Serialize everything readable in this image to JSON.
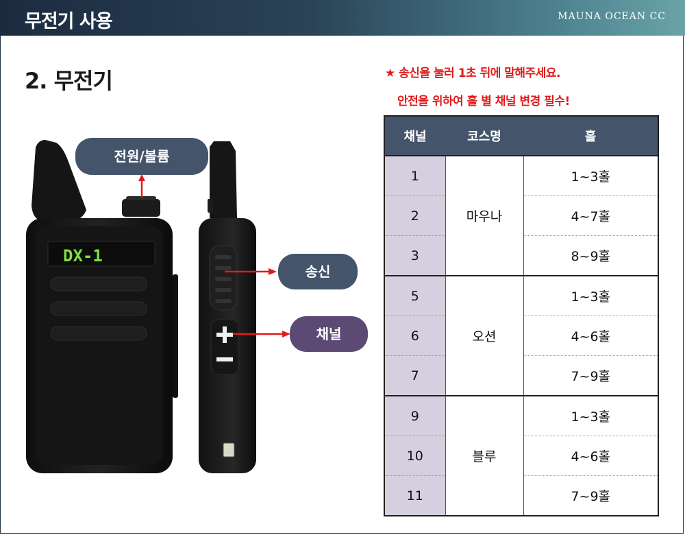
{
  "header": {
    "title": "무전기 사용",
    "brand": "MAUNA OCEAN CC"
  },
  "section_title": "2. 무전기",
  "notice": {
    "line1": "★ 송신을 눌러 1초 뒤에 말해주세요.",
    "line2": "안전을 위하여 홀 별 채널 변경 필수!"
  },
  "radio": {
    "display_text": "DX-1"
  },
  "callouts": {
    "power": "전원/볼륨",
    "ptt": "송신",
    "channel": "채널"
  },
  "table": {
    "headers": [
      "채널",
      "코스명",
      "홀"
    ],
    "groups": [
      {
        "course": "마우나",
        "rows": [
          {
            "ch": "1",
            "hole": "1~3홀"
          },
          {
            "ch": "2",
            "hole": "4~7홀"
          },
          {
            "ch": "3",
            "hole": "8~9홀"
          }
        ]
      },
      {
        "course": "오션",
        "rows": [
          {
            "ch": "5",
            "hole": "1~3홀"
          },
          {
            "ch": "6",
            "hole": "4~6홀"
          },
          {
            "ch": "7",
            "hole": "7~9홀"
          }
        ]
      },
      {
        "course": "블루",
        "rows": [
          {
            "ch": "9",
            "hole": "1~3홀"
          },
          {
            "ch": "10",
            "hole": "4~6홀"
          },
          {
            "ch": "11",
            "hole": "7~9홀"
          }
        ]
      }
    ]
  }
}
